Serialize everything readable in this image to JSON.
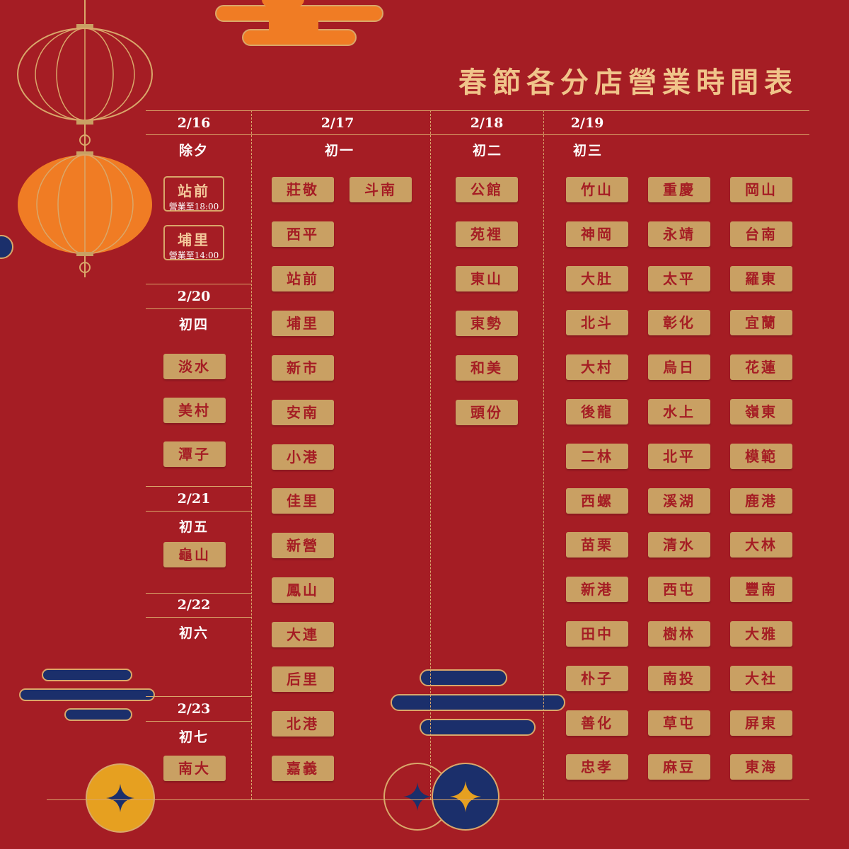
{
  "title": "春節各分店營業時間表",
  "columns": [
    {
      "date": "2/16",
      "day": "除夕"
    },
    {
      "date": "2/17",
      "day": "初一"
    },
    {
      "date": "2/18",
      "day": "初二"
    },
    {
      "date": "2/19",
      "day": "初三"
    }
  ],
  "eve_stores": [
    {
      "name": "站前",
      "hours": "營業至18:00"
    },
    {
      "name": "埔里",
      "hours": "營業至14:00"
    }
  ],
  "sections": [
    {
      "date": "2/20",
      "day": "初四",
      "stores": [
        "淡水",
        "美村",
        "潭子"
      ]
    },
    {
      "date": "2/21",
      "day": "初五",
      "stores": [
        "龜山"
      ]
    },
    {
      "date": "2/22",
      "day": "初六",
      "stores": []
    },
    {
      "date": "2/23",
      "day": "初七",
      "stores": [
        "南大"
      ]
    }
  ],
  "day1_stores": [
    "莊敬",
    "斗南",
    "西平",
    "站前",
    "埔里",
    "新市",
    "安南",
    "小港",
    "佳里",
    "新營",
    "鳳山",
    "大連",
    "后里",
    "北港",
    "嘉義"
  ],
  "day2_stores": [
    "公館",
    "苑裡",
    "東山",
    "東勢",
    "和美",
    "頭份"
  ],
  "day3_stores": [
    "竹山",
    "重慶",
    "岡山",
    "神岡",
    "永靖",
    "台南",
    "大肚",
    "太平",
    "羅東",
    "北斗",
    "彰化",
    "宜蘭",
    "大村",
    "烏日",
    "花蓮",
    "後龍",
    "水上",
    "嶺東",
    "二林",
    "北平",
    "模範",
    "西螺",
    "溪湖",
    "鹿港",
    "苗栗",
    "清水",
    "大林",
    "新港",
    "西屯",
    "豐南",
    "田中",
    "樹林",
    "大雅",
    "朴子",
    "南投",
    "大社",
    "善化",
    "草屯",
    "屏東",
    "忠孝",
    "麻豆",
    "東海"
  ],
  "colors": {
    "background": "#a51d24",
    "gold": "#c9a063",
    "orange": "#f07c24",
    "navy": "#1b2f6b",
    "title": "#f0c48a"
  },
  "decorations": [
    "red-lantern-icon",
    "orange-lantern-icon",
    "cloud-icon",
    "coin-icon",
    "sparkle-icon"
  ]
}
